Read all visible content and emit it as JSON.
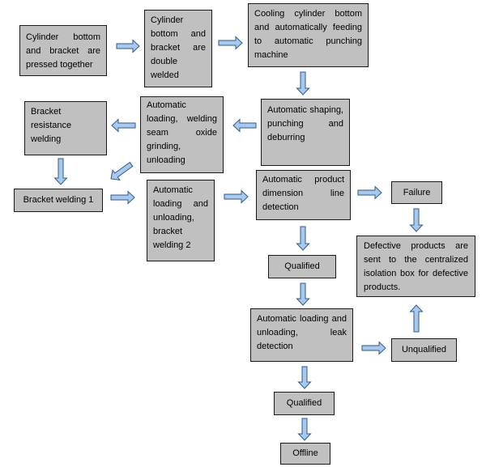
{
  "colors": {
    "box_fill": "#c0c0c0",
    "box_border": "#1a1a1a",
    "arrow_fill": "#a9c8ee",
    "arrow_stroke": "#2e5c8a"
  },
  "steps": {
    "press": "Cylinder bottom and bracket are pressed together",
    "double_weld": "Cylinder bottom and bracket are double welded",
    "cooling": "Cooling cylinder bottom and automatically feeding to automatic punching machine",
    "shaping": "Automatic shaping, punching and deburring",
    "grinding": "Automatic loading, welding seam oxide grinding, unloading",
    "resistance": "Bracket resistance welding",
    "weld1": "Bracket welding 1",
    "weld2": "Automatic loading and unloading, bracket welding 2",
    "dimension": "Automatic product dimension line detection",
    "failure": "Failure",
    "isolation": "Defective products are sent to the centralized isolation box for defective products.",
    "qualified1": "Qualified",
    "leak": "Automatic loading and unloading, leak detection",
    "unqualified": "Unqualified",
    "qualified2": "Qualified",
    "offline": "Offline"
  }
}
